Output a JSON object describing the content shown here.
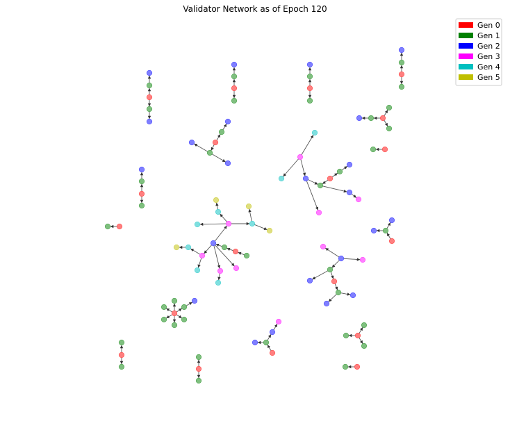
{
  "title": "Validator Network as of Epoch 120",
  "colors": {
    "gen0": "#ff0000",
    "gen1": "#008000",
    "gen2": "#0000ff",
    "gen3": "#ff00ff",
    "gen4": "#00bfbf",
    "gen5": "#bfbf00",
    "edge": "#555555"
  },
  "legend": [
    {
      "label": "Gen 0",
      "color": "#ff0000"
    },
    {
      "label": "Gen 1",
      "color": "#008000"
    },
    {
      "label": "Gen 2",
      "color": "#0000ff"
    },
    {
      "label": "Gen 3",
      "color": "#ff00ff"
    },
    {
      "label": "Gen 4",
      "color": "#00bfbf"
    },
    {
      "label": "Gen 5",
      "color": "#bfbf00"
    }
  ],
  "legend_position": "upper-right"
}
